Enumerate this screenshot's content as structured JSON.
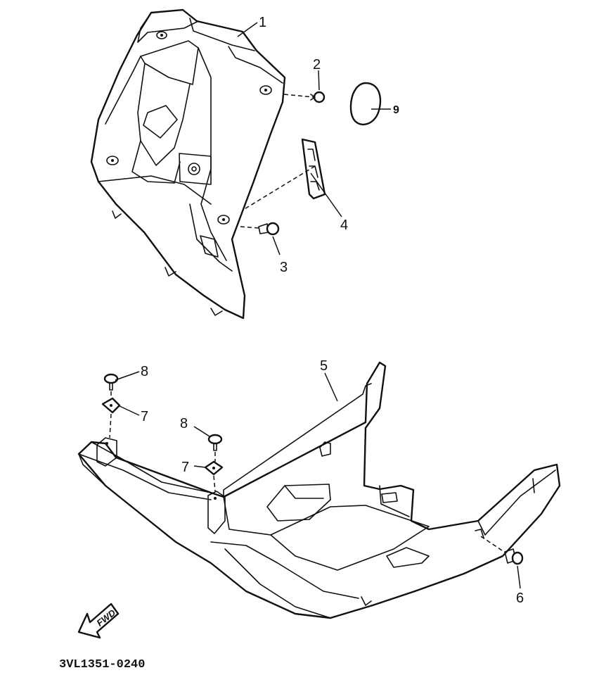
{
  "callouts": {
    "p1": "1",
    "p2": "2",
    "p3": "3",
    "p4": "4",
    "p5": "5",
    "p6": "6",
    "p7a": "7",
    "p7b": "7",
    "p8a": "8",
    "p8b": "8",
    "p9": "9"
  },
  "fwd_label": "FWD",
  "drawing_code": "3VL1351-0240"
}
